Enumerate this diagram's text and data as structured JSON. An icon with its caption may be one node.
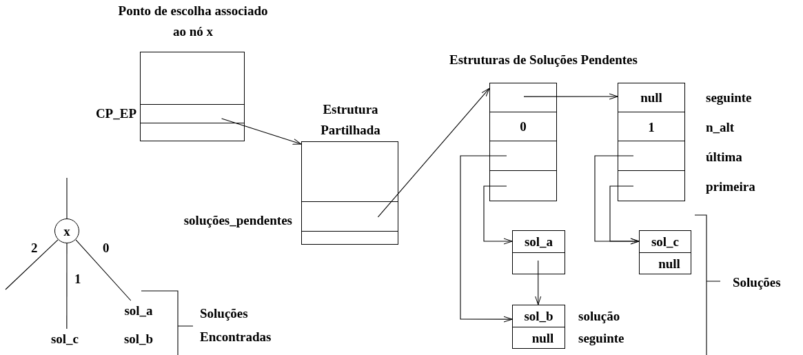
{
  "diagram": {
    "nodes": [
      {
        "text": [
          "Ponto de escolha associado ao nó x"
        ]
      },
      {
        "text": [],
        "shape": "box",
        "in": 0,
        "beside": [
          "CP_EP"
        ]
      },
      {
        "text": [
          "Estrutura Partilhada"
        ]
      },
      {
        "text": [],
        "shape": "box",
        "in": 2,
        "beside": [
          "soluções_pendentes"
        ]
      },
      {
        "text": [],
        "shape": "box"
      },
      {
        "text": [],
        "shape": "box",
        "in": 4
      },
      {
        "text": [
          "0"
        ],
        "in": 4
      },
      {
        "text": [],
        "shape": "box",
        "in": 4
      },
      {
        "text": [],
        "shape": "box",
        "in": 4
      },
      {
        "text": [],
        "shape": "box"
      },
      {
        "text": [
          "null"
        ],
        "in": 9
      },
      {
        "text": [
          "1"
        ],
        "in": 9
      },
      {
        "text": [],
        "shape": "box",
        "in": 9
      },
      {
        "text": [],
        "shape": "box",
        "in": 9
      },
      {
        "text": [],
        "shape": "box"
      },
      {
        "text": [
          "sol_a"
        ],
        "in": 14
      },
      {
        "text": [],
        "shape": "box",
        "in": 14
      },
      {
        "text": [],
        "shape": "box",
        "beside": [
          "solução seguinte"
        ]
      },
      {
        "text": [
          "sol_b"
        ],
        "in": 17
      },
      {
        "text": [
          "null"
        ],
        "in": 17
      },
      {
        "text": [],
        "shape": "box"
      },
      {
        "text": [
          "sol_c"
        ],
        "in": 20
      },
      {
        "text": [
          "null"
        ],
        "in": 20
      },
      {
        "text": [
          "x"
        ]
      },
      {
        "text": [
          "sol_c"
        ]
      },
      {
        "text": [
          "sol_a"
        ]
      },
      {
        "text": [
          "sol_b"
        ]
      }
    ],
    "edges": [
      {
        "from": 1,
        "to": 2,
        "arrow": "to"
      },
      {
        "from": 3,
        "to": 4,
        "arrow": "to"
      },
      {
        "from": 5,
        "to": 9,
        "arrow": "to"
      },
      {
        "from": 7,
        "to": 17,
        "arrow": "to"
      },
      {
        "from": 8,
        "to": 14,
        "arrow": "to"
      },
      {
        "from": 12,
        "to": 20,
        "arrow": "to"
      },
      {
        "from": 13,
        "to": 20,
        "arrow": "to"
      },
      {
        "from": 16,
        "to": 17,
        "arrow": "to"
      },
      {
        "from": null,
        "to": 23,
        "arrow": "none"
      },
      {
        "from": 23,
        "to": null,
        "arrow": "none",
        "label": "2"
      },
      {
        "from": 23,
        "to": 24,
        "arrow": "none",
        "label": "1"
      },
      {
        "from": 23,
        "to": 25,
        "arrow": "none",
        "label": "0"
      }
    ],
    "labels": [
      "Estruturas de Soluções Pendentes",
      "seguinte",
      "n_alt",
      "última",
      "primeira",
      "Soluções",
      "Soluções Encontradas"
    ]
  }
}
